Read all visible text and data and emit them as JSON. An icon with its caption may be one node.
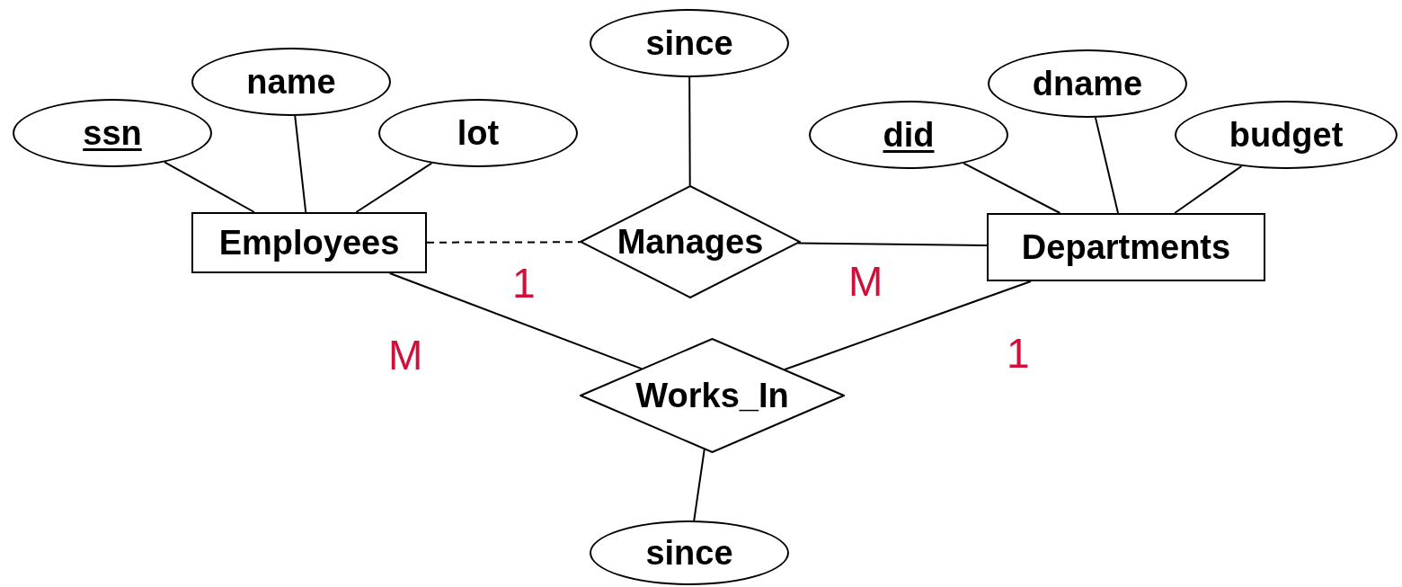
{
  "diagram": {
    "nodes": [
      {
        "text": [
          "since"
        ]
      },
      {
        "text": [
          "name"
        ]
      },
      {
        "text": [
          "dname"
        ]
      },
      {
        "text": [
          "ssn"
        ]
      },
      {
        "text": [
          "lot"
        ]
      },
      {
        "text": [
          "did"
        ]
      },
      {
        "text": [
          "budget"
        ]
      },
      {
        "text": [
          "Employees"
        ]
      },
      {
        "text": [
          "Manages"
        ]
      },
      {
        "text": [
          "Departments"
        ]
      },
      {
        "text": [
          "Works_In"
        ]
      },
      {
        "text": [
          "since"
        ]
      }
    ],
    "edges": [
      {
        "from": 3,
        "to": 7,
        "arrow": "none"
      },
      {
        "from": 1,
        "to": 7,
        "arrow": "none"
      },
      {
        "from": 4,
        "to": 7,
        "arrow": "none"
      },
      {
        "from": 5,
        "to": 9,
        "arrow": "none"
      },
      {
        "from": 2,
        "to": 9,
        "arrow": "none"
      },
      {
        "from": 6,
        "to": 9,
        "arrow": "none"
      },
      {
        "from": 0,
        "to": 8,
        "arrow": "none"
      },
      {
        "from": 7,
        "to": 8,
        "arrow": "none",
        "style": "dashed"
      },
      {
        "from": 8,
        "to": 9,
        "arrow": "none"
      },
      {
        "from": 7,
        "to": 10,
        "arrow": "none"
      },
      {
        "from": 10,
        "to": 9,
        "arrow": "none"
      },
      {
        "from": 10,
        "to": 11,
        "arrow": "none"
      }
    ],
    "labels": [
      "1",
      "M",
      "M",
      "1"
    ]
  }
}
